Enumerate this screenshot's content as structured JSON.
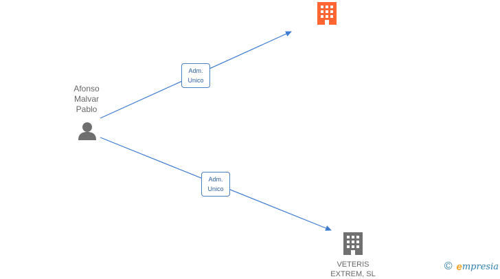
{
  "person": {
    "name_line1": "Afonso",
    "name_line2": "Malvar",
    "name_line3": "Pablo",
    "icon": "person-icon"
  },
  "edges": [
    {
      "label_line1": "Adm.",
      "label_line2": "Unico"
    },
    {
      "label_line1": "Adm.",
      "label_line2": "Unico"
    }
  ],
  "companies": [
    {
      "name": "",
      "icon": "building-icon",
      "color": "#ff6633"
    },
    {
      "name_line1": "VETERIS",
      "name_line2": "EXTREM, SL",
      "icon": "building-icon",
      "color": "#707070"
    }
  ],
  "edge_color": "#3c7bd0",
  "watermark": {
    "copyright": "©",
    "brand_initial": "e",
    "brand_rest": "mpresia"
  }
}
